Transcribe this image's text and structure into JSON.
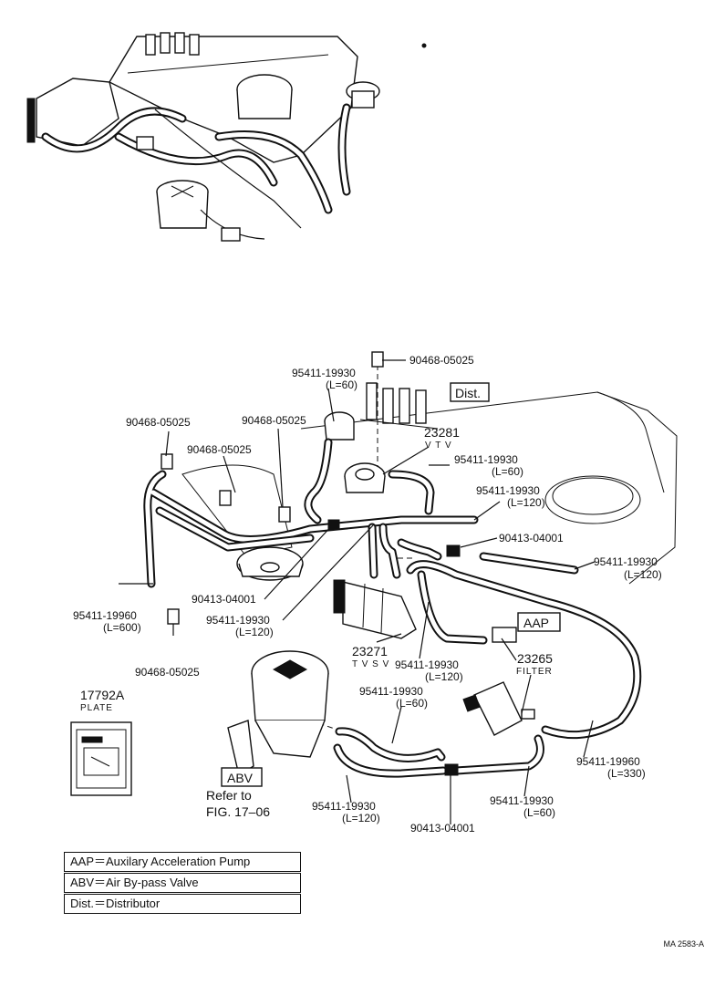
{
  "labels": {
    "clip_a": "90468-05025",
    "clip_b": "90468-05025",
    "clip_c": "90468-05025",
    "clip_d": "90468-05025",
    "clip_e": "90468-05025",
    "hose_vtv_top": "95411-19930",
    "hose_vtv_top_len": "(L=60)",
    "dist": "Dist.",
    "vtv_num": "23281",
    "vtv_name": "V T V",
    "hose_vtv_right": "95411-19930",
    "hose_vtv_right_len": "(L=60)",
    "hose_mid_right": "95411-19930",
    "hose_mid_right_len": "(L=120)",
    "tee_right": "90413-04001",
    "hose_far_right": "95411-19930",
    "hose_far_right_len": "(L=120)",
    "hose_left": "95411-19960",
    "hose_left_len": "(L=600)",
    "tee_left": "90413-04001",
    "hose_center": "95411-19930",
    "hose_center_len": "(L=120)",
    "aap": "AAP",
    "tvsv_num": "23271",
    "tvsv_name": "T V S V",
    "hose_tvsv": "95411-19930",
    "hose_tvsv_len": "(L=120)",
    "filter_num": "23265",
    "filter_name": "FILTER",
    "plate_num": "17792A",
    "plate_name": "PLATE",
    "hose_abv_top": "95411-19930",
    "hose_abv_top_len": "(L=60)",
    "abv": "ABV",
    "refer": "Refer to",
    "fig": "FIG. 17–06",
    "hose_right_long": "95411-19960",
    "hose_right_long_len": "(L=330)",
    "hose_bottom_left": "95411-19930",
    "hose_bottom_left_len": "(L=120)",
    "tee_bottom": "90413-04001",
    "hose_bottom_right": "95411-19930",
    "hose_bottom_right_len": "(L=60)"
  },
  "legend": [
    {
      "abbr": "AAP",
      "text": "AAP＝Auxilary Acceleration Pump"
    },
    {
      "abbr": "ABV",
      "text": "ABV＝Air By-pass Valve"
    },
    {
      "abbr": "Dist.",
      "text": "Dist.＝Distributor"
    }
  ],
  "code": "MA 2583-A"
}
